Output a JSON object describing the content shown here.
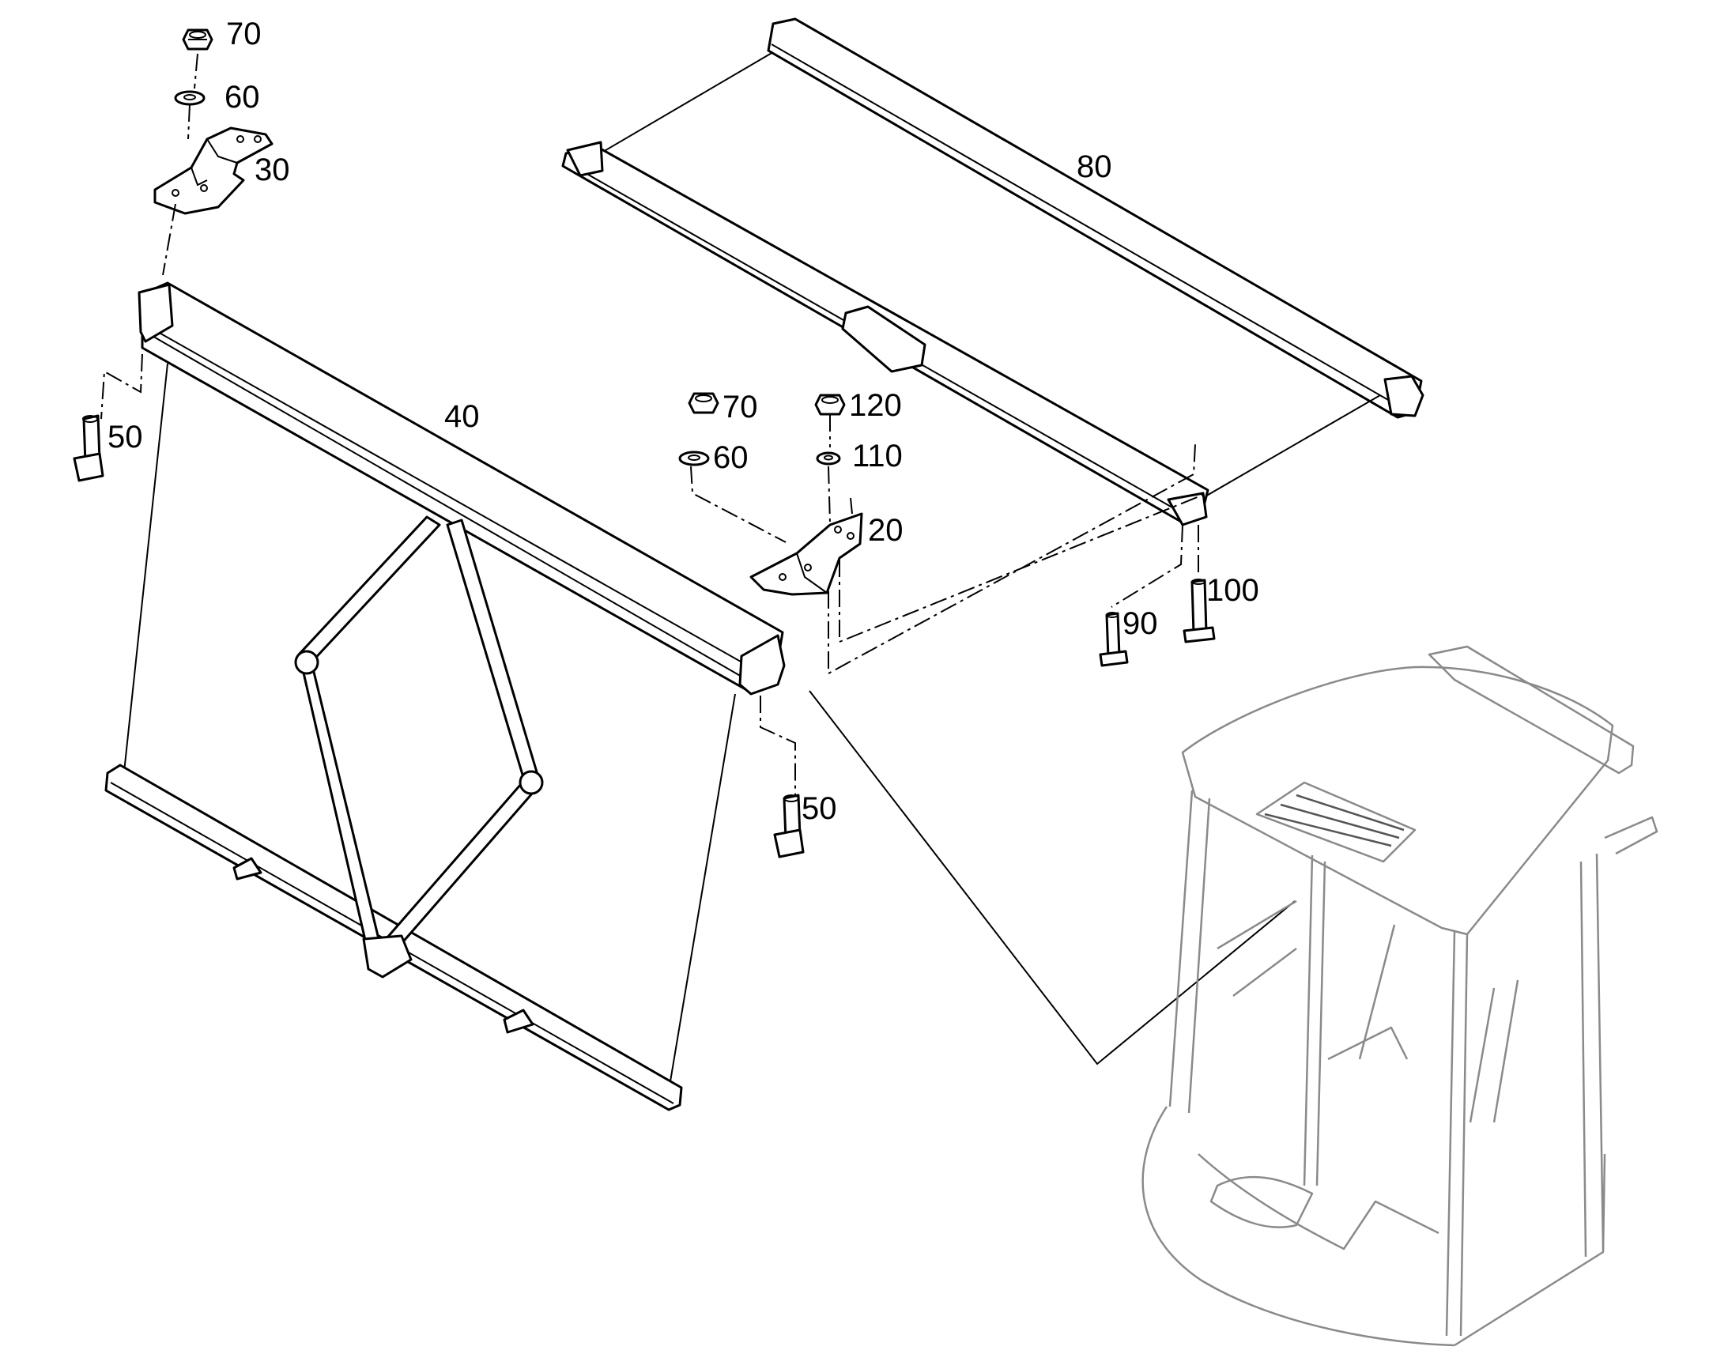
{
  "callouts": [
    {
      "id": "c70a",
      "text": "70"
    },
    {
      "id": "c60a",
      "text": "60"
    },
    {
      "id": "c30",
      "text": "30"
    },
    {
      "id": "c50a",
      "text": "50"
    },
    {
      "id": "c40",
      "text": "40"
    },
    {
      "id": "c80",
      "text": "80"
    },
    {
      "id": "c70b",
      "text": "70"
    },
    {
      "id": "c60b",
      "text": "60"
    },
    {
      "id": "c120",
      "text": "120"
    },
    {
      "id": "c110",
      "text": "110"
    },
    {
      "id": "c20",
      "text": "20"
    },
    {
      "id": "c100",
      "text": "100"
    },
    {
      "id": "c90",
      "text": "90"
    },
    {
      "id": "c50b",
      "text": "50"
    }
  ]
}
